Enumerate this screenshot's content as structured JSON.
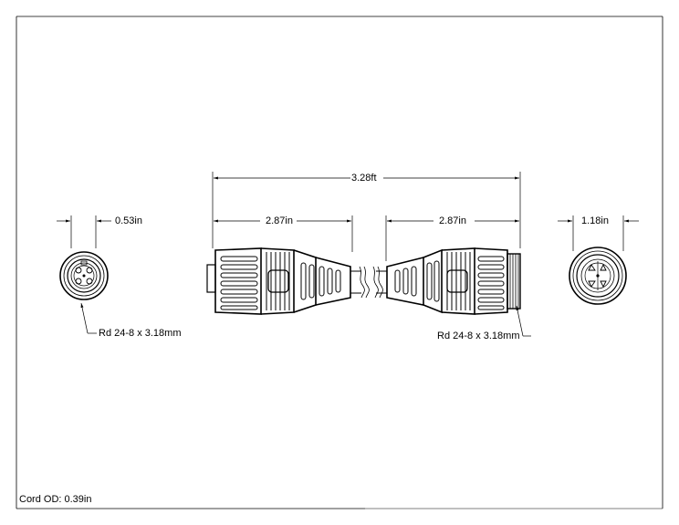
{
  "dimensions": {
    "overall_length": "3.28ft",
    "left_segment_length": "2.87in",
    "right_segment_length": "2.87in",
    "left_end_diameter": "0.53in",
    "right_end_diameter": "1.18in"
  },
  "callouts": {
    "left_thread": "Rd 24-8 x 3.18mm",
    "right_thread": "Rd 24-8 x 3.18mm"
  },
  "footer": {
    "cord_od": "Cord OD: 0.39in"
  },
  "colors": {
    "line": "#000000",
    "background": "#ffffff"
  }
}
